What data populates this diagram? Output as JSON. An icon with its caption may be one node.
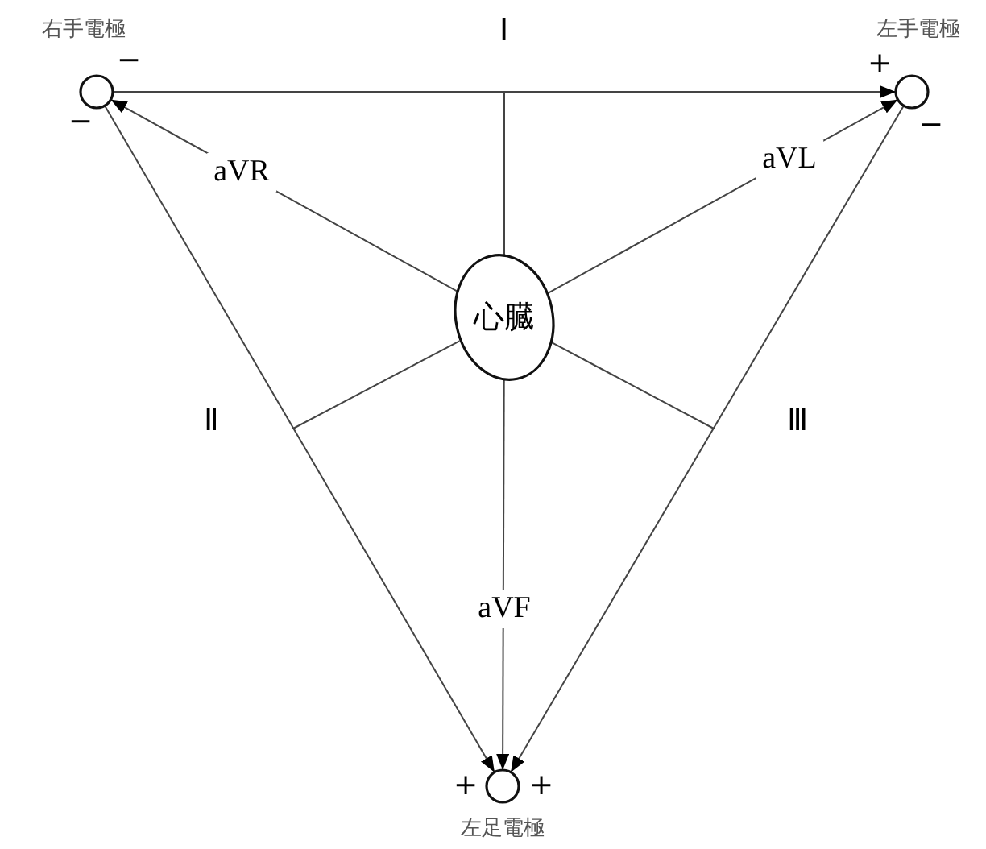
{
  "diagram": {
    "nodes": [
      {
        "text": [
          "右手電極"
        ],
        "beside": [
          "−",
          "−"
        ]
      },
      {
        "text": [
          "左手電極"
        ],
        "beside": [
          "+",
          "−"
        ]
      },
      {
        "text": [
          "心臓"
        ]
      },
      {
        "text": [
          "左足電極"
        ],
        "beside": [
          "+",
          "+"
        ]
      }
    ],
    "edges": [
      {
        "from": 0,
        "to": 1,
        "arrow": "to",
        "label": "Ⅰ"
      },
      {
        "from": 0,
        "to": 3,
        "arrow": "to",
        "label": "Ⅱ"
      },
      {
        "from": 1,
        "to": 3,
        "arrow": "to",
        "label": "Ⅲ"
      },
      {
        "from": 2,
        "to": 0,
        "arrow": "to",
        "label": "aVR"
      },
      {
        "from": 2,
        "to": 1,
        "arrow": "to",
        "label": "aVL"
      },
      {
        "from": 2,
        "to": 3,
        "arrow": "to",
        "label": "aVF"
      },
      {
        "from": 2,
        "to": null,
        "arrow": "none"
      },
      {
        "from": 2,
        "to": null,
        "arrow": "none"
      },
      {
        "from": 2,
        "to": null,
        "arrow": "none"
      }
    ]
  }
}
